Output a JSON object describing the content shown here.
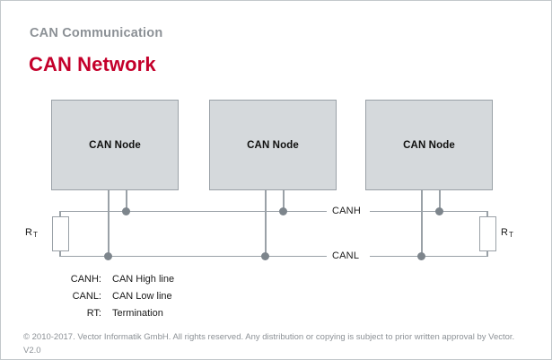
{
  "header": {
    "eyebrow": "CAN Communication",
    "title": "CAN Network"
  },
  "diagram": {
    "nodes": [
      {
        "label": "CAN Node"
      },
      {
        "label": "CAN Node"
      },
      {
        "label": "CAN Node"
      }
    ],
    "bus_lines": [
      {
        "name": "CANH"
      },
      {
        "name": "CANL"
      }
    ],
    "terminations": [
      {
        "label": "R",
        "subscript": "T"
      },
      {
        "label": "R",
        "subscript": "T"
      }
    ],
    "colors": {
      "node_fill": "#d5d9dc",
      "node_border": "#9aa1a7",
      "wire": "#9aa1a7",
      "dot": "#7d858c"
    }
  },
  "legend": {
    "rows": [
      {
        "key": "CANH:",
        "value": "CAN High line"
      },
      {
        "key": "CANL:",
        "value": "CAN Low line"
      },
      {
        "key": "RT:",
        "value": "Termination"
      }
    ]
  },
  "footer": {
    "text": "© 2010-2017. Vector Informatik GmbH. All rights reserved. Any distribution or copying is subject to prior written approval by Vector. V2.0"
  },
  "colors": {
    "accent": "#c4002b",
    "muted": "#8c9196",
    "card_border": "#c3c8cb"
  }
}
